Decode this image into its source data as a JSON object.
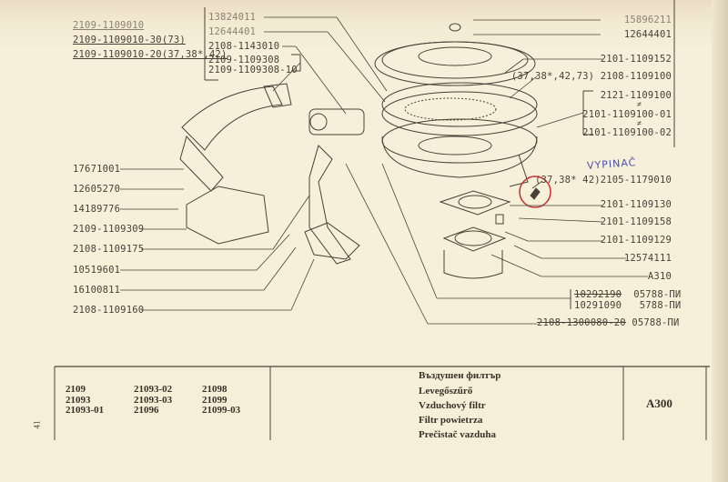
{
  "top_left_variants": [
    "2109-1109010",
    "2109-1109010-30(73)",
    "2109-1109010-20(37,38*,42)"
  ],
  "top_middle": [
    "13824011",
    "12644401",
    "2108-1143010",
    "2109-1109308",
    "2109-1109308-10"
  ],
  "top_right": {
    "a": "15896211",
    "b": "12644401",
    "c": "2101-1109152",
    "d": "(37,38*,42,73) 2108-1109100",
    "e": "2121-1109100",
    "ne1": "≠",
    "f": "2101-1109100-01",
    "ne2": "≠",
    "g": "2101-1109100-02"
  },
  "right_lower": {
    "handwritten": "VYPINAČ",
    "switch": "(37,38* 42)2105-1179010",
    "p1": "2101-1109130",
    "p2": "2101-1109158",
    "p3": "2101-1109129",
    "p4": "12574111",
    "p5": "A310",
    "p6a": "10292190",
    "p6a_suffix": "05788-ПИ",
    "p6b": "10291090",
    "p6b_suffix": "5788-ПИ",
    "p7": "2108-1300080-20",
    "p7_suffix": "05788-ПИ"
  },
  "left": [
    "17671001",
    "12605270",
    "14189776",
    "2109-1109309",
    "2108-1109175",
    "10519601",
    "16100811",
    "2108-1109160"
  ],
  "table": {
    "models": [
      [
        "2109",
        "21093-02",
        "21098"
      ],
      [
        "21093",
        "21093-03",
        "21099"
      ],
      [
        "21093-01",
        "21096",
        "21099-03"
      ]
    ],
    "names": [
      "Въздушен филтър",
      "Levegőszűrő",
      "Vzduchový filtr",
      "Filtr powietrza",
      "Prečistač vazduha"
    ],
    "code": "A300"
  },
  "page_number": "41"
}
